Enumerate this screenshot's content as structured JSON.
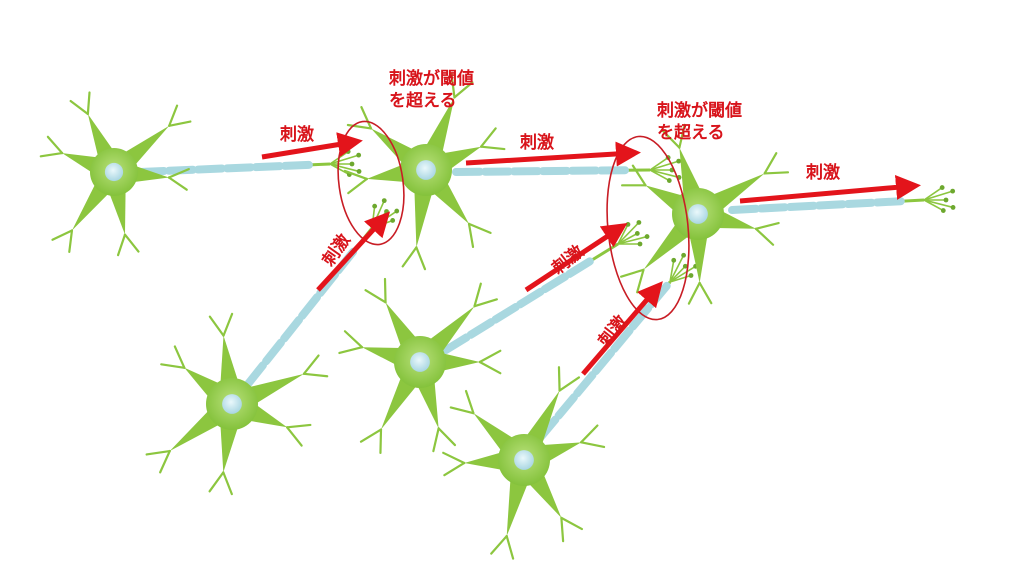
{
  "labels": {
    "stimulus": "刺激",
    "threshold_line1": "刺激が閾値",
    "threshold_line2": "を超える"
  },
  "colors": {
    "soma": "#8cc63f",
    "soma_dark": "#6da82e",
    "nucleus": "#bfe3ec",
    "myelin": "#a9d8e0",
    "node": "#8cc63f",
    "arrow": "#e3141b",
    "label": "#d8141b",
    "ellipse": "#c81d25"
  }
}
